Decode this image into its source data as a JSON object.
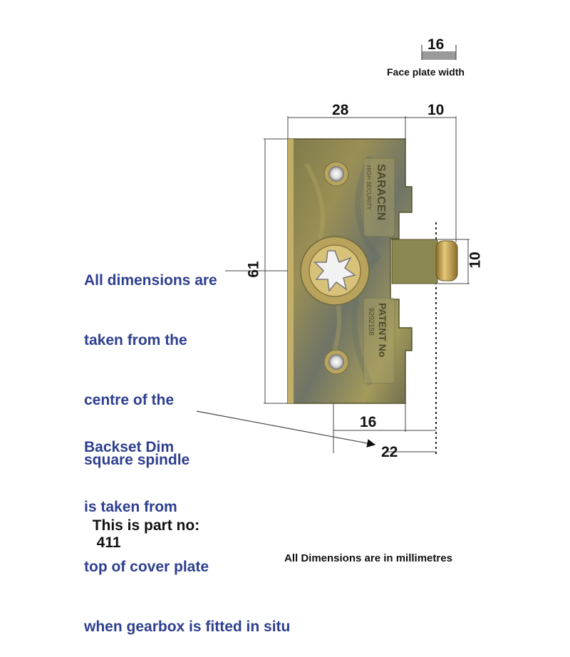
{
  "face_plate": {
    "width_value": "16",
    "caption": "Face plate width"
  },
  "dimensions": {
    "top_body": "28",
    "top_extension": "10",
    "height": "61",
    "pin_height": "10",
    "backset_cover": "16",
    "backset_total": "22"
  },
  "notes": {
    "spindle_note": [
      "All dimensions are",
      "taken from the",
      "centre of the",
      "square spindle"
    ],
    "backset_note": [
      "Backset Dim",
      "is taken from",
      "top of cover plate",
      "when gearbox is fitted in situ"
    ]
  },
  "part": {
    "label": "This is part no:",
    "number": "411"
  },
  "footer": {
    "units_note": "All Dimensions are in millimetres"
  },
  "engravings": {
    "brand": "SARACEN",
    "subbrand": "HIGH SECURITY",
    "patent": "PATENT No",
    "patent_number": "9202158"
  },
  "colors": {
    "note_blue": "#2e3f8f",
    "plate_base": "#8f8a4a",
    "brass": "#c9a24a"
  }
}
